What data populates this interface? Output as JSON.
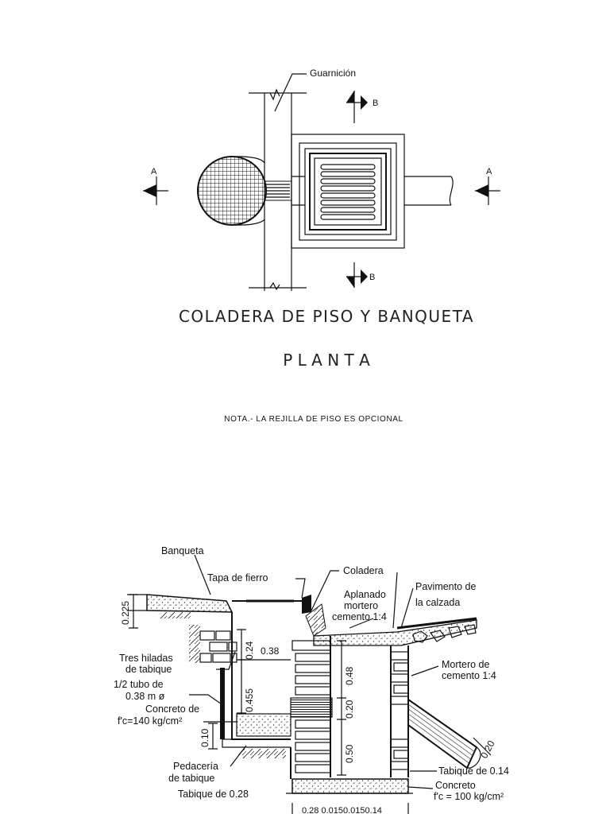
{
  "plan": {
    "label_guarnicion": "Guarnición",
    "section_a": "A",
    "section_b": "B",
    "title": "COLADERA DE PISO Y BANQUETA",
    "subtitle": "P L A N T A",
    "note": "NOTA.- LA REJILLA DE PISO ES OPCIONAL"
  },
  "section": {
    "labels": {
      "banqueta": "Banqueta",
      "tapa": "Tapa de fierro",
      "coladera": "Coladera",
      "pavimento_1": "Pavimento de",
      "pavimento_2": "la calzada",
      "aplanado_1": "Aplanado",
      "aplanado_2": "mortero",
      "aplanado_3": "cemento 1:4",
      "tres_1": "Tres hiladas",
      "tres_2": "de tabique",
      "mortero_1": "Mortero de",
      "mortero_2": "cemento 1:4",
      "tubo_1": "1/2 tubo de",
      "tubo_2": "0.38 m ø",
      "concreto140_1": "Concreto de",
      "concreto140_2": "f'c=140 kg/cm²",
      "pedaceria_1": "Pedacería",
      "pedaceria_2": "de tabique",
      "tabique028": "Tabique de 0.28",
      "tabique014": "Tabique de 0.14",
      "concreto100_1": "Concreto",
      "concreto100_2": "f'c = 100 kg/cm²"
    },
    "dims": {
      "d0225": "0.225",
      "d024": "0.24",
      "d038": "0.38",
      "d0455": "0.455",
      "d010": "0.10",
      "d048": "0.48",
      "d020": "0.20",
      "d050": "0.50",
      "d020b": "0.20",
      "bottom": "0.28  0.0150.0150.14"
    }
  }
}
